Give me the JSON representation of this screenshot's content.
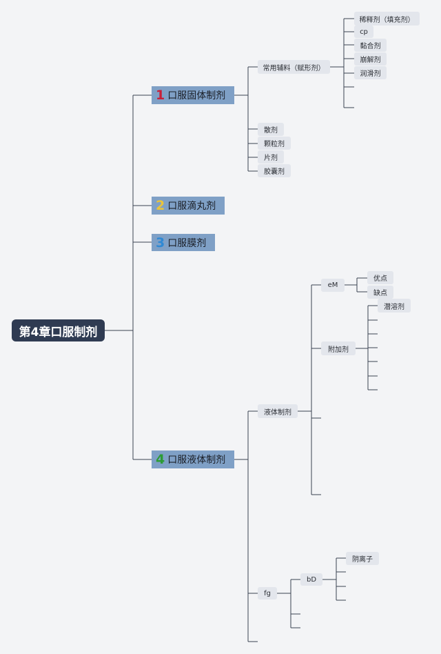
{
  "root": {
    "label": "第4章口服制剂"
  },
  "branches": [
    {
      "num": "1",
      "num_color": "#c8203a",
      "label": "口服固体制剂"
    },
    {
      "num": "2",
      "num_color": "#e9c43c",
      "label": "口服滴丸剂"
    },
    {
      "num": "3",
      "num_color": "#2f89d4",
      "label": "口服膜剂"
    },
    {
      "num": "4",
      "num_color": "#2c9b35",
      "label": "口服液体制剂"
    }
  ],
  "solid": {
    "excipients": "常用辅料（赋形剂）",
    "excipient_items": [
      "稀释剂（填充剂）",
      "cp",
      "黏合剂",
      "崩解剂",
      "润滑剂"
    ],
    "forms": [
      "散剂",
      "颗粒剂",
      "片剂",
      "胶囊剂"
    ]
  },
  "liquid": {
    "liquid_preps": "液体制剂",
    "em": "eM",
    "em_items": [
      "优点",
      "缺点"
    ],
    "additives": "附加剂",
    "additive_items": [
      "潜溶剂"
    ],
    "fg": "fg",
    "bd": "bD",
    "bd_items": [
      "阴离子"
    ]
  }
}
